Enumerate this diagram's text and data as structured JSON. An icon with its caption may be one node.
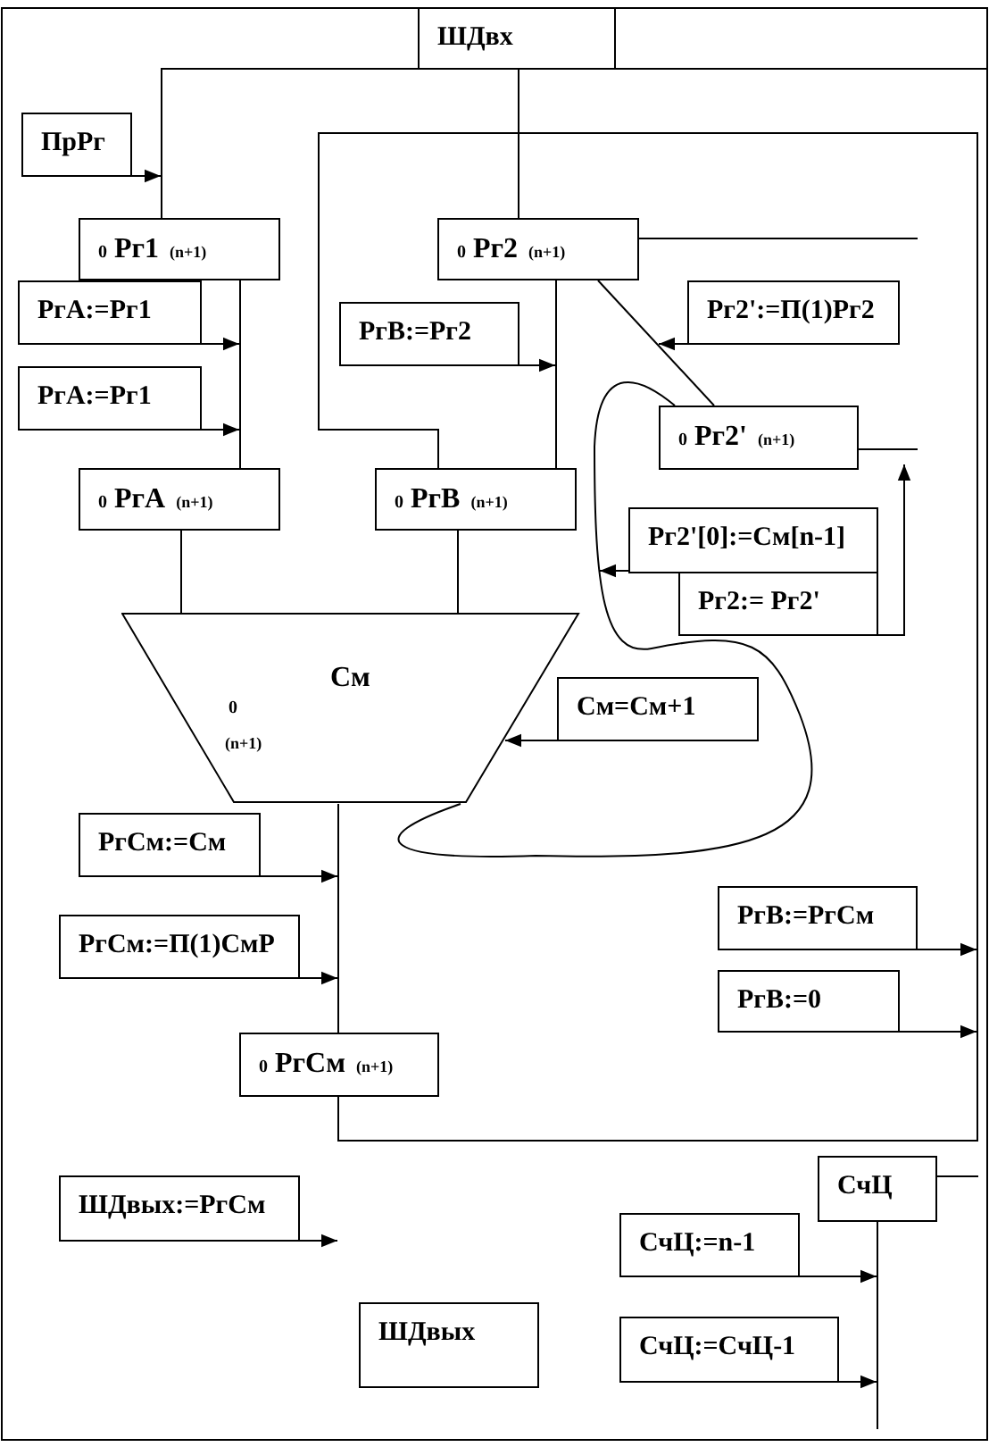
{
  "diagram": {
    "nodes": [
      {
        "text": [
          "ШДвх"
        ]
      },
      {
        "text": [
          "ПрРг"
        ]
      },
      {
        "text": [
          "0",
          "Рг1",
          "(n+1)"
        ]
      },
      {
        "text": [
          "0",
          "Рг2",
          "(n+1)"
        ]
      },
      {
        "text": [
          "РгА:=Рг1"
        ]
      },
      {
        "text": [
          "РгВ:=Рг2"
        ]
      },
      {
        "text": [
          "Рг2':=П(1)Рг2"
        ]
      },
      {
        "text": [
          "РгА:=Рг1"
        ]
      },
      {
        "text": [
          "0",
          "Рг2'",
          "(n+1)"
        ]
      },
      {
        "text": [
          "0",
          "РгА",
          "(n+1)"
        ]
      },
      {
        "text": [
          "0",
          "РгВ",
          "(n+1)"
        ]
      },
      {
        "text": [
          "Рг2'[0]:=См[n-1]"
        ]
      },
      {
        "text": [
          "Рг2:= Рг2'"
        ]
      },
      {
        "text": [
          "См",
          "0",
          "(n+1)"
        ]
      },
      {
        "text": [
          "См=См+1"
        ]
      },
      {
        "text": [
          "РгСм:=См"
        ]
      },
      {
        "text": [
          "РгСм:=П(1)СмР"
        ]
      },
      {
        "text": [
          "РгВ:=РгСм"
        ]
      },
      {
        "text": [
          "РгВ:=0"
        ]
      },
      {
        "text": [
          "0",
          "РгСм",
          "(n+1)"
        ]
      },
      {
        "text": [
          "ШДвых:=РгСм"
        ]
      },
      {
        "text": [
          "СчЦ"
        ]
      },
      {
        "text": [
          "СчЦ:=n-1"
        ]
      },
      {
        "text": [
          "СчЦ:=СчЦ-1"
        ]
      },
      {
        "text": [
          "ШДвых"
        ]
      }
    ],
    "edges": [
      {
        "from": 0,
        "to": 2,
        "arrow": "none"
      },
      {
        "from": 0,
        "to": 3,
        "arrow": "none"
      },
      {
        "from": 1,
        "to": null,
        "arrow": "to"
      },
      {
        "from": 2,
        "to": 9,
        "arrow": "none"
      },
      {
        "from": 4,
        "to": null,
        "arrow": "to"
      },
      {
        "from": 7,
        "to": null,
        "arrow": "to"
      },
      {
        "from": 3,
        "to": 10,
        "arrow": "none"
      },
      {
        "from": 5,
        "to": null,
        "arrow": "to"
      },
      {
        "from": 3,
        "to": 8,
        "arrow": "none"
      },
      {
        "from": 6,
        "to": null,
        "arrow": "to"
      },
      {
        "from": 9,
        "to": 13,
        "arrow": "none"
      },
      {
        "from": 10,
        "to": 13,
        "arrow": "none"
      },
      {
        "from": 13,
        "to": 8,
        "arrow": "none"
      },
      {
        "from": 11,
        "to": null,
        "arrow": "to"
      },
      {
        "from": 12,
        "to": null,
        "arrow": "to"
      },
      {
        "from": 14,
        "to": 13,
        "arrow": "to"
      },
      {
        "from": 13,
        "to": 19,
        "arrow": "none"
      },
      {
        "from": 15,
        "to": null,
        "arrow": "to"
      },
      {
        "from": 16,
        "to": null,
        "arrow": "to"
      },
      {
        "from": 19,
        "to": 10,
        "arrow": "none"
      },
      {
        "from": 17,
        "to": null,
        "arrow": "to"
      },
      {
        "from": 18,
        "to": null,
        "arrow": "to"
      },
      {
        "from": 3,
        "to": null,
        "arrow": "none"
      },
      {
        "from": 8,
        "to": null,
        "arrow": "none"
      },
      {
        "from": 20,
        "to": null,
        "arrow": "to"
      },
      {
        "from": 21,
        "to": null,
        "arrow": "none"
      },
      {
        "from": 21,
        "to": null,
        "arrow": "none"
      },
      {
        "from": 22,
        "to": null,
        "arrow": "to"
      },
      {
        "from": 23,
        "to": null,
        "arrow": "to"
      }
    ]
  }
}
